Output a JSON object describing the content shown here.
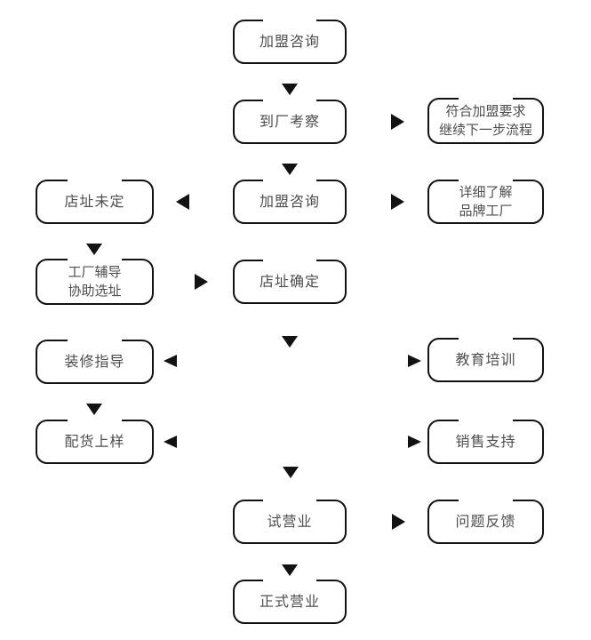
{
  "colors": {
    "line": "#121212",
    "text": "#4d4d4d",
    "background": "#ffffff"
  },
  "diagram": {
    "nodes": {
      "consult1": {
        "label": "加盟咨询"
      },
      "factoryVisit": {
        "label": "到厂考察"
      },
      "meetReq": {
        "label": "符合加盟要求\n继续下一步流程"
      },
      "siteUndecided": {
        "label": "店址未定"
      },
      "consult2": {
        "label": "加盟咨询"
      },
      "knowBrand": {
        "label": "详细了解\n品牌工厂"
      },
      "factoryAssist": {
        "label": "工厂辅导\n协助选址"
      },
      "siteConfirmed": {
        "label": "店址确定"
      },
      "decorGuide": {
        "label": "装修指导"
      },
      "training": {
        "label": "教育培训"
      },
      "stocking": {
        "label": "配货上样"
      },
      "salesSupport": {
        "label": "销售支持"
      },
      "trialOpen": {
        "label": "试营业"
      },
      "feedback": {
        "label": "问题反馈"
      },
      "grandOpen": {
        "label": "正式营业"
      }
    },
    "edges": [
      {
        "from": "consult1",
        "to": "factoryVisit",
        "type": "down"
      },
      {
        "from": "factoryVisit",
        "to": "meetReq",
        "type": "right"
      },
      {
        "from": "factoryVisit",
        "to": "consult2",
        "type": "down"
      },
      {
        "from": "consult2",
        "to": "siteUndecided",
        "type": "left"
      },
      {
        "from": "consult2",
        "to": "knowBrand",
        "type": "right"
      },
      {
        "from": "siteUndecided",
        "to": "factoryAssist",
        "type": "down"
      },
      {
        "from": "factoryAssist",
        "to": "siteConfirmed",
        "type": "right"
      },
      {
        "from": "siteConfirmed",
        "to": "decorGuide-training-link",
        "type": "down"
      },
      {
        "from": "decorGuide",
        "to": "training",
        "type": "bidirectional"
      },
      {
        "from": "decorGuide",
        "to": "stocking",
        "type": "down"
      },
      {
        "from": "stocking",
        "to": "salesSupport",
        "type": "bidirectional"
      },
      {
        "from": "stocking-salesSupport-link",
        "to": "trialOpen",
        "type": "down"
      },
      {
        "from": "trialOpen",
        "to": "feedback",
        "type": "right"
      },
      {
        "from": "trialOpen",
        "to": "grandOpen",
        "type": "down"
      }
    ]
  }
}
